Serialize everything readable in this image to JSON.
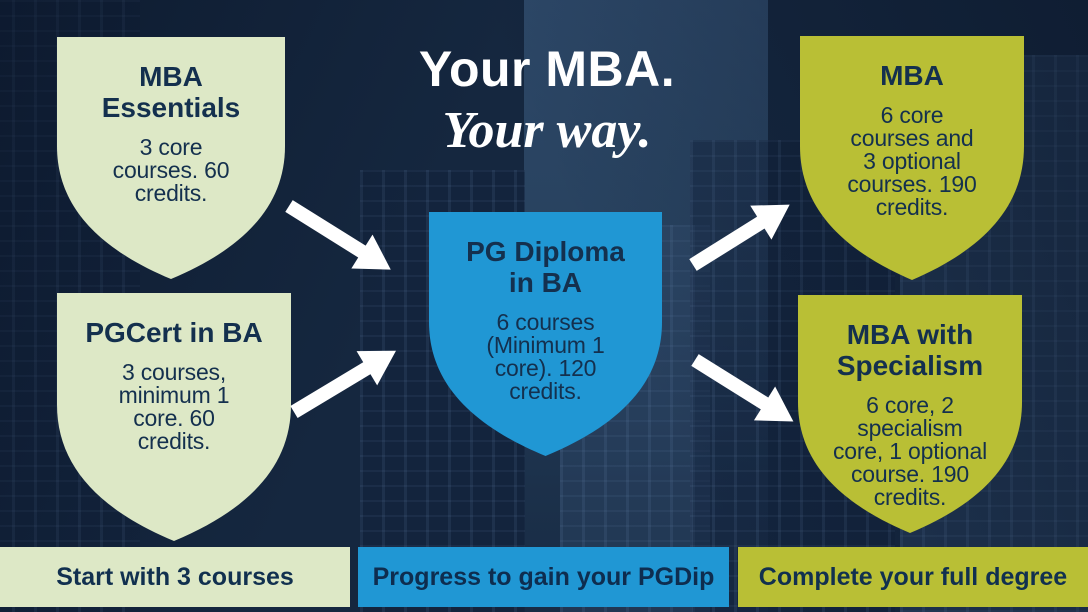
{
  "title": {
    "line1": "Your MBA.",
    "line2": "Your way."
  },
  "shields": [
    {
      "id": "mba-essentials",
      "title": "MBA\nEssentials",
      "body": "3 core\ncourses. 60\ncredits.",
      "color": "#dde8c6"
    },
    {
      "id": "pgcert-in-ba",
      "title": "PGCert in BA",
      "body": "3 courses,\nminimum 1\ncore. 60\ncredits.",
      "color": "#dde8c6"
    },
    {
      "id": "pg-diploma-in-ba",
      "title": "PG Diploma\nin BA",
      "body": "6 courses\n(Minimum 1\ncore). 120\ncredits.",
      "color": "#2097d4"
    },
    {
      "id": "mba",
      "title": "MBA",
      "body": "6 core\ncourses and\n3 optional\ncourses. 190\ncredits.",
      "color": "#b9bf35"
    },
    {
      "id": "mba-with-specialism",
      "title": "MBA with\nSpecialism",
      "body": "6 core, 2\nspecialism\ncore, 1 optional\ncourse. 190\ncredits.",
      "color": "#b9bf35"
    }
  ],
  "footer": [
    {
      "label": "Start with 3 courses",
      "color": "#dde8c6"
    },
    {
      "label": "Progress to gain your PGDip",
      "color": "#2097d4"
    },
    {
      "label": "Complete your full degree",
      "color": "#b9bf35"
    }
  ],
  "colors": {
    "background_navy": "#15273f",
    "panel_navy": "#28425f",
    "pale_green": "#dde8c6",
    "azure_blue": "#2097d4",
    "olive_green": "#b9bf35",
    "text_navy": "#14304e",
    "arrow_white": "#ffffff"
  }
}
